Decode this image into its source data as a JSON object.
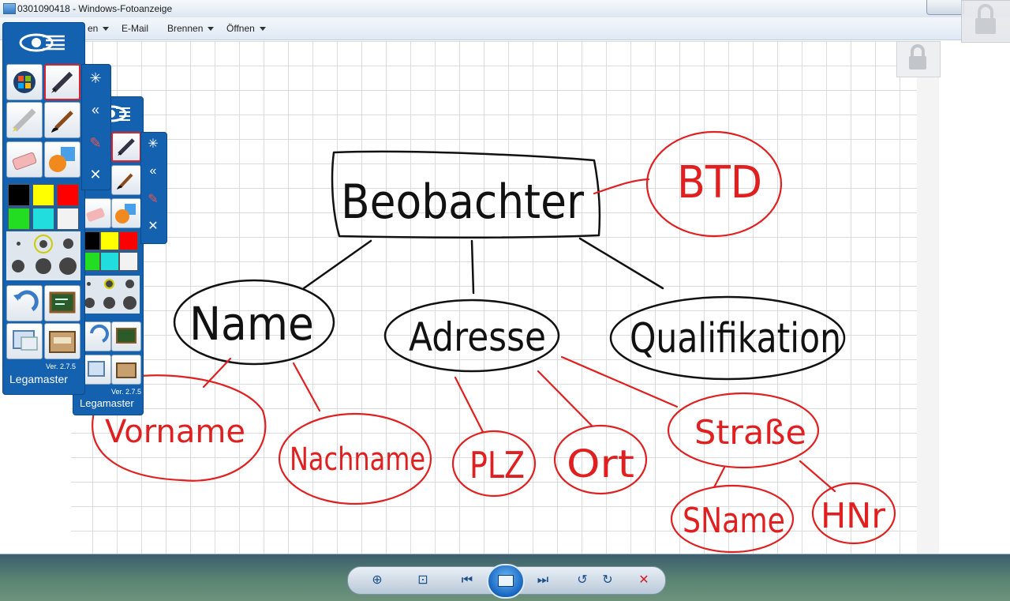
{
  "window": {
    "title": "0301090418 - Windows-Fotoanzeige"
  },
  "menu": {
    "items": [
      {
        "label": "en",
        "has_caret": true
      },
      {
        "label": "E-Mail",
        "has_caret": false
      },
      {
        "label": "Brennen",
        "has_caret": true
      },
      {
        "label": "Öffnen",
        "has_caret": true
      }
    ]
  },
  "diagram": {
    "root": "Beobachter",
    "root_note": "BTD",
    "attributes": [
      "Name",
      "Adresse",
      "Qualifikation"
    ],
    "name_parts": [
      "Vorname",
      "Nachname"
    ],
    "address_parts": [
      "PLZ",
      "Ort",
      "Straße"
    ],
    "street_parts": [
      "SName",
      "HNr"
    ]
  },
  "toolbar": {
    "brand": "Legamaster",
    "version": "Ver. 2.7.5",
    "colors": [
      "#000000",
      "#ffff00",
      "#ff0000",
      "#22dd22",
      "#22dddd",
      "#f2f2f2"
    ],
    "icons": [
      "eye-logo-icon",
      "windows-icon",
      "pen-icon",
      "pencil-icon",
      "brush-icon",
      "eraser-icon",
      "shapes-icon",
      "undo-icon",
      "new-board-icon",
      "screen-icon",
      "toolbox-icon",
      "star-icon",
      "collapse-icon",
      "close-icon"
    ]
  },
  "controls": {
    "icons": [
      "zoom-icon",
      "fit-icon",
      "previous-icon",
      "slideshow-icon",
      "next-icon",
      "rotate-left-icon",
      "rotate-right-icon",
      "delete-icon"
    ]
  },
  "colors": {
    "ink_black": "#111111",
    "ink_red": "#e02020",
    "toolbar_blue": "#1461b0"
  }
}
